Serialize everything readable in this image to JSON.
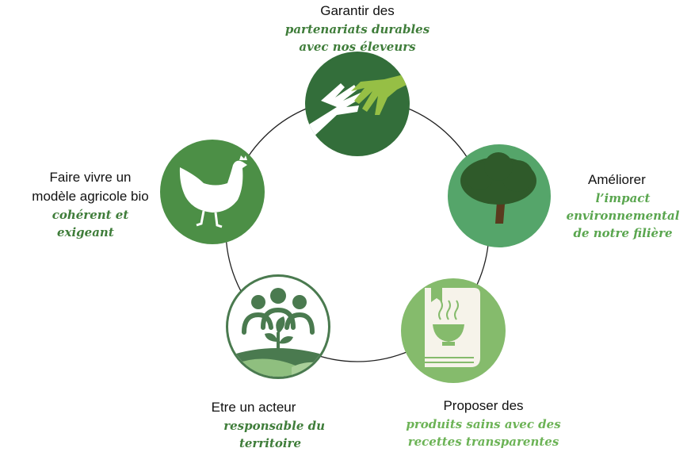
{
  "items": [
    {
      "lead": "Garantir des",
      "emphasis": [
        "partenariats durables",
        "avec nos éleveurs"
      ],
      "icon": "hands-icon",
      "color": "#336e3a"
    },
    {
      "lead": "Améliorer",
      "emphasis": [
        "l’impact",
        "environnemental",
        "de notre filière"
      ],
      "icon": "tree-icon",
      "color": "#55a56a"
    },
    {
      "lead": "Proposer des",
      "emphasis": [
        "produits sains avec des",
        "recettes transparentes"
      ],
      "icon": "recipe-book-icon",
      "color": "#85bb6c"
    },
    {
      "lead": "Etre un acteur",
      "emphasis": [
        "responsable du",
        "territoire"
      ],
      "icon": "community-plant-icon",
      "color": "#4a7a4f"
    },
    {
      "lead": "Faire vivre un",
      "lead2": "modèle agricole bio",
      "emphasis": [
        "cohérent et",
        "exigeant"
      ],
      "icon": "chicken-icon",
      "color": "#4c8f46"
    }
  ]
}
